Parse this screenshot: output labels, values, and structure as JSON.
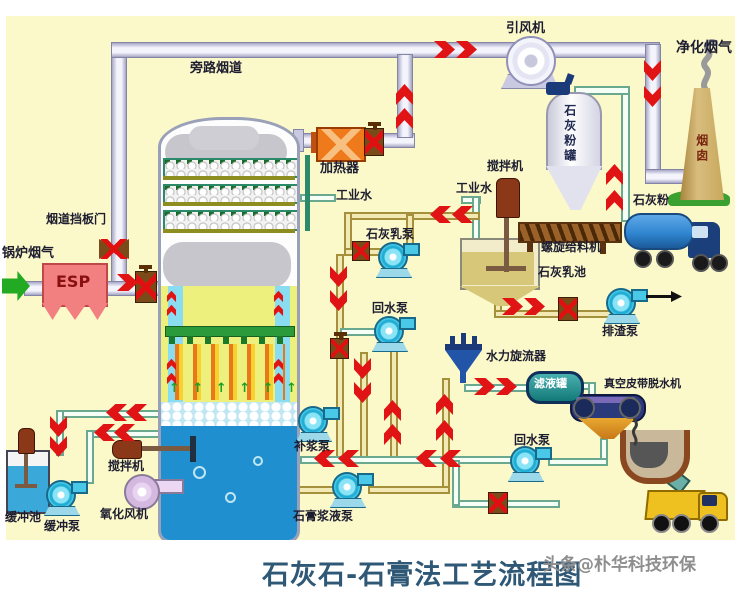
{
  "title": "石灰石-石膏法工艺流程图",
  "watermark": "头条@朴华科技环保",
  "components": {
    "id_fan": "引风机",
    "clean_gas": "净化烟气",
    "bypass_duct": "旁路烟道",
    "heater": "加热器",
    "industrial_water_1": "工业水",
    "agitator_top": "搅拌机",
    "industrial_water_2": "工业水",
    "lime_silo": "石灰粉罐",
    "chimney": "烟囱",
    "lime_powder": "石灰粉",
    "screw_feeder": "螺旋给料机",
    "lime_milk_pool": "石灰乳池",
    "lime_milk_pump": "石灰乳泵",
    "boiler_gas": "锅炉烟气",
    "damper_door": "烟道挡板门",
    "esp_label": "ESP",
    "return_pump_mid": "回水泵",
    "discharge_pump": "排渣泵",
    "hydrocyclone": "水力旋流器",
    "filtrate_tank": "滤液罐",
    "vacuum_belt": "真空皮带脱水机",
    "makeup_pump": "补浆泵",
    "agitator_bottom": "搅拌机",
    "return_pump_right": "回水泵",
    "oxidation_fan": "氧化风机",
    "buffer_pool": "缓冲池",
    "buffer_pump": "缓冲泵",
    "gypsum_pump": "石膏浆液泵"
  },
  "decor": {
    "spray_up_arrows": "↑ ↑ ↑ ↑ ↑ ↑ ↑"
  },
  "colors": {
    "background": "#fbf8c9",
    "flow_arrow_red": "#e01414",
    "duct_lavender": "#e4e4f4",
    "slurry_blue": "#1f8fd0",
    "title_blue": "#2e5876",
    "esp_pink": "#f08080",
    "heater_orange": "#ef7a1c"
  }
}
